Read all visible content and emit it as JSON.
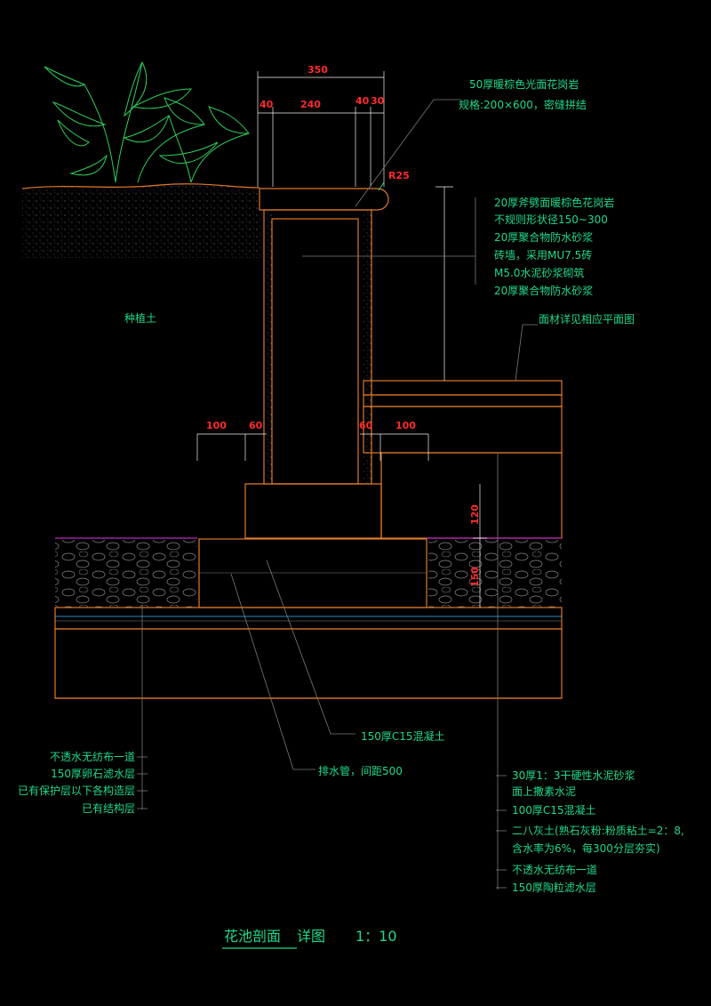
{
  "dims": {
    "top_total": "350",
    "top_40a": "40",
    "top_240": "240",
    "top_40b": "40",
    "top_30": "30",
    "radius": "R25",
    "left_100": "100",
    "left_60": "60",
    "right_60": "60",
    "right_100": "100",
    "v_120": "120",
    "v_150": "150"
  },
  "labels": {
    "planting_soil": "种植土",
    "coping_1": "50厚暖棕色光面花岗岩",
    "coping_2": "规格:200×600，密缝拼结",
    "wall_1": "20厚斧劈面暖棕色花岗岩",
    "wall_2": "不规则形状径150~300",
    "wall_3": "20厚聚合物防水砂浆",
    "wall_4": "砖墙，采用MU7.5砖",
    "wall_5": "M5.0水泥砂浆砌筑",
    "wall_6": "20厚聚合物防水砂浆",
    "surface_note": "面材详见相应平面图",
    "concrete": "150厚C15混凝土",
    "drain": "排水管，间距500",
    "left_1": "不透水无纺布一道",
    "left_2": "150厚卵石滤水层",
    "left_3": "已有保护层以下各构造层",
    "left_4": "已有结构层",
    "right_1": "30厚1：3干硬性水泥砂浆",
    "right_2": "面上撒素水泥",
    "right_3": "100厚C15混凝土",
    "right_4": "二八灰土(熟石灰粉:粉质粘土=2：8,",
    "right_5": "含水率为6%，每300分层夯实)",
    "right_6": "不透水无纺布一道",
    "right_7": "150厚陶粒滤水层"
  },
  "title": {
    "main": "花池剖面",
    "suffix": "详图",
    "scale": "1：10"
  },
  "colors": {
    "text": "#1fd98a",
    "dimension_text": "#ff2b2b",
    "outline": "#e07a2a",
    "leaves": "#2fcf5a",
    "membrane": "#a020a0",
    "background": "#000000"
  }
}
